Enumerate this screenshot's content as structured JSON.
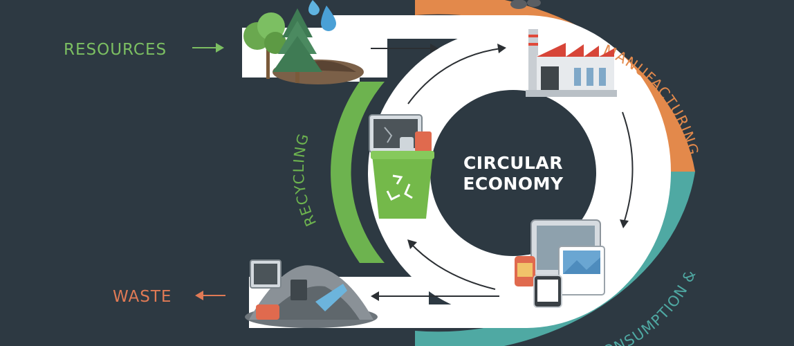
{
  "diagram": {
    "title_line1": "CIRCULAR",
    "title_line2": "ECONOMY",
    "resources_label": "RESOURCES",
    "waste_label": "WASTE",
    "recycling_label": "RECYCLING",
    "manufacturing_label": "MANUFACTURING",
    "consumption_label": "CONSUMPTION & USE",
    "colors": {
      "background": "#2d3942",
      "resources": "#7cbf62",
      "waste": "#e07a55",
      "recycling_ring": "#6db34f",
      "manufacturing_ring": "#e3894b",
      "consumption_ring": "#4fa9a3",
      "track": "#ffffff",
      "arrows": "#2b2f33"
    },
    "icons": {
      "resources": "trees-and-soil-icon",
      "manufacturing": "factory-icon",
      "consumption": "devices-icon",
      "recycling": "recycle-bin-icon",
      "waste": "waste-pile-icon",
      "water_drops": "water-drops-icon"
    }
  }
}
